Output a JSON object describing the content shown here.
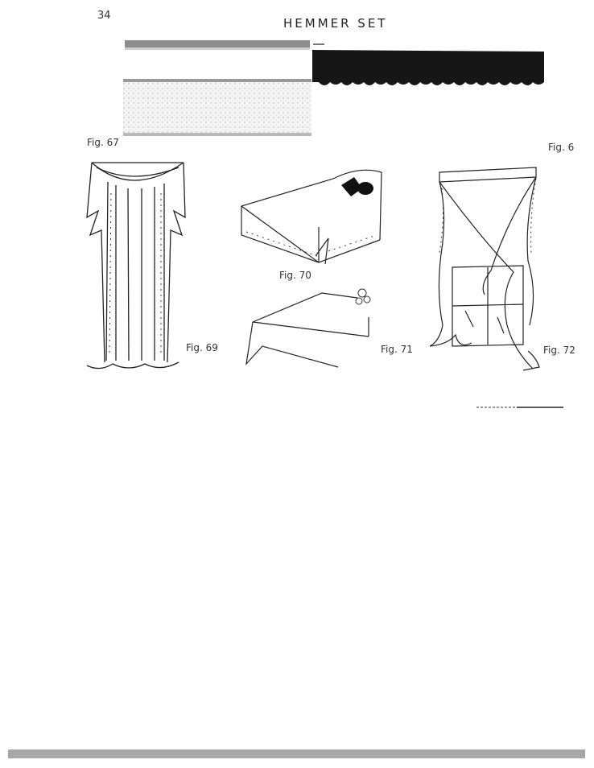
{
  "page": {
    "number": "34",
    "title": "HEMMER SET"
  },
  "figures": {
    "fig67": "Fig. 67",
    "fig68": "Fig. 6",
    "fig69": "Fig. 69",
    "fig70": "Fig. 70",
    "fig71": "Fig. 71",
    "fig72": "Fig. 72"
  }
}
